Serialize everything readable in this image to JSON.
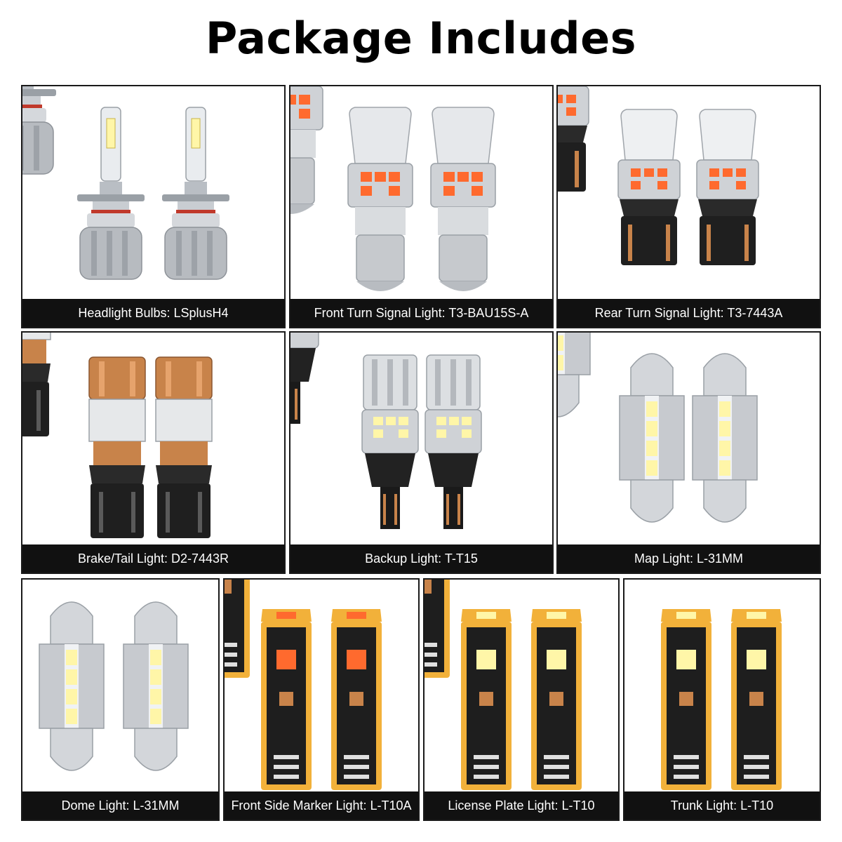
{
  "header": {
    "title": "Package Includes"
  },
  "cards": [
    {
      "caption": "Headlight Bulbs: LSplusH4",
      "icon": "headlight-bulb-icon"
    },
    {
      "caption": "Front Turn Signal Light: T3-BAU15S-A",
      "icon": "turn-signal-bulb-icon"
    },
    {
      "caption": "Rear Turn Signal Light: T3-7443A",
      "icon": "wedge-bulb-icon"
    },
    {
      "caption": "Brake/Tail Light: D2-7443R",
      "icon": "brake-bulb-icon"
    },
    {
      "caption": "Backup Light: T-T15",
      "icon": "backup-bulb-icon"
    },
    {
      "caption": "Map Light: L-31MM",
      "icon": "festoon-bulb-icon"
    },
    {
      "caption": "Dome Light: L-31MM",
      "icon": "festoon-bulb-icon"
    },
    {
      "caption": "Front Side Marker Light: L-T10A",
      "icon": "t10-bulb-icon"
    },
    {
      "caption": "License Plate Light: L-T10",
      "icon": "t10-bulb-icon"
    },
    {
      "caption": "Trunk Light: L-T10",
      "icon": "t10-bulb-icon"
    }
  ],
  "colors": {
    "caption_bg": "#111111",
    "amber_led": "#ff6a2e",
    "white_led": "#fff6a8",
    "pcb_gold": "#f2b13a",
    "copper": "#c8834a",
    "silver": "#cfd2d6"
  }
}
